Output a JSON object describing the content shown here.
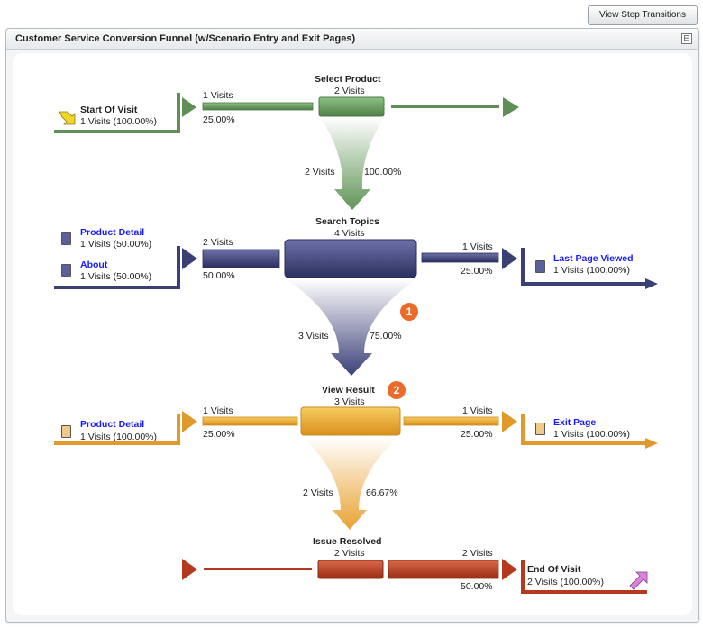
{
  "toolbar": {
    "view_transitions_label": "View Step Transitions"
  },
  "panel": {
    "title": "Customer Service Conversion Funnel (w/Scenario Entry and Exit Pages)",
    "collapse_glyph": "⊟"
  },
  "colors": {
    "green": "#6a9a62",
    "navy": "#3a3f74",
    "orange": "#e7a02a",
    "red": "#b4391e",
    "badge": "#ec6b2a"
  },
  "steps": {
    "select_product": {
      "title": "Select Product",
      "visits": "2 Visits",
      "entry": {
        "name": "Start Of Visit",
        "visits": "1 Visits (100.00%)",
        "icon": "arrow-down-right-icon"
      },
      "in_visits": "1 Visits",
      "in_pct": "25.00%",
      "down_visits": "2 Visits",
      "down_pct": "100.00%"
    },
    "search_topics": {
      "title": "Search Topics",
      "visits": "4 Visits",
      "entries": [
        {
          "name": "Product Detail",
          "visits": "1 Visits (50.00%)",
          "icon": "page-icon"
        },
        {
          "name": "About",
          "visits": "1 Visits (50.00%)",
          "icon": "page-icon"
        }
      ],
      "in_visits": "2 Visits",
      "in_pct": "50.00%",
      "out_visits": "1 Visits",
      "out_pct": "25.00%",
      "exit": {
        "name": "Last Page Viewed",
        "visits": "1 Visits (100.00%)",
        "icon": "page-icon"
      },
      "down_visits": "3 Visits",
      "down_pct": "75.00%",
      "badge": "1"
    },
    "view_result": {
      "title": "View Result",
      "visits": "3 Visits",
      "entry": {
        "name": "Product Detail",
        "visits": "1 Visits (100.00%)",
        "icon": "page-icon"
      },
      "in_visits": "1 Visits",
      "in_pct": "25.00%",
      "out_visits": "1 Visits",
      "out_pct": "25.00%",
      "exit": {
        "name": "Exit Page",
        "visits": "1 Visits (100.00%)",
        "icon": "page-icon"
      },
      "down_visits": "2 Visits",
      "down_pct": "66.67%",
      "badge": "2"
    },
    "issue_resolved": {
      "title": "Issue Resolved",
      "visits": "2 Visits",
      "out_visits": "2 Visits",
      "out_pct": "50.00%",
      "exit": {
        "name": "End Of Visit",
        "visits": "2 Visits (100.00%)",
        "icon": "arrow-up-right-icon"
      }
    }
  }
}
